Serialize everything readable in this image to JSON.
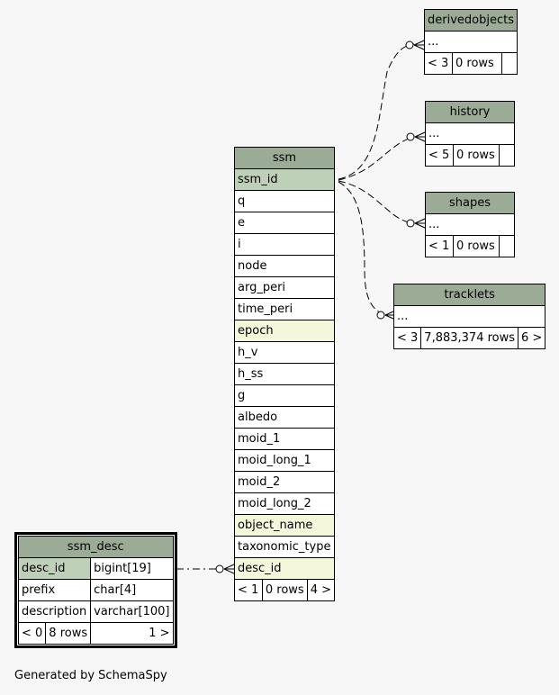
{
  "tables": {
    "derivedobjects": {
      "name": "derivedobjects",
      "placeholder": "...",
      "parents": "< 3",
      "rows": "0 rows",
      "children": ""
    },
    "history": {
      "name": "history",
      "placeholder": "...",
      "parents": "< 5",
      "rows": "0 rows",
      "children": ""
    },
    "shapes": {
      "name": "shapes",
      "placeholder": "...",
      "parents": "< 1",
      "rows": "0 rows",
      "children": ""
    },
    "tracklets": {
      "name": "tracklets",
      "placeholder": "...",
      "parents": "< 3",
      "rows": "7,883,374 rows",
      "children": "6 >"
    },
    "ssm": {
      "name": "ssm",
      "columns": [
        "ssm_id",
        "q",
        "e",
        "i",
        "node",
        "arg_peri",
        "time_peri",
        "epoch",
        "h_v",
        "h_ss",
        "g",
        "albedo",
        "moid_1",
        "moid_long_1",
        "moid_2",
        "moid_long_2",
        "object_name",
        "taxonomic_type",
        "desc_id"
      ],
      "parents": "< 1",
      "rows": "0 rows",
      "children": "4 >"
    },
    "ssm_desc": {
      "name": "ssm_desc",
      "columns": [
        {
          "name": "desc_id",
          "type": "bigint[19]"
        },
        {
          "name": "prefix",
          "type": "char[4]"
        },
        {
          "name": "description",
          "type": "varchar[100]"
        }
      ],
      "parents": "< 0",
      "rows": "8 rows",
      "children": "1 >"
    }
  },
  "footer": "Generated by SchemaSpy",
  "colors": {
    "header": "#9bab96",
    "primary_key": "#bed1b8",
    "indexed": "#f4f7da",
    "background": "#f7f7f7"
  }
}
